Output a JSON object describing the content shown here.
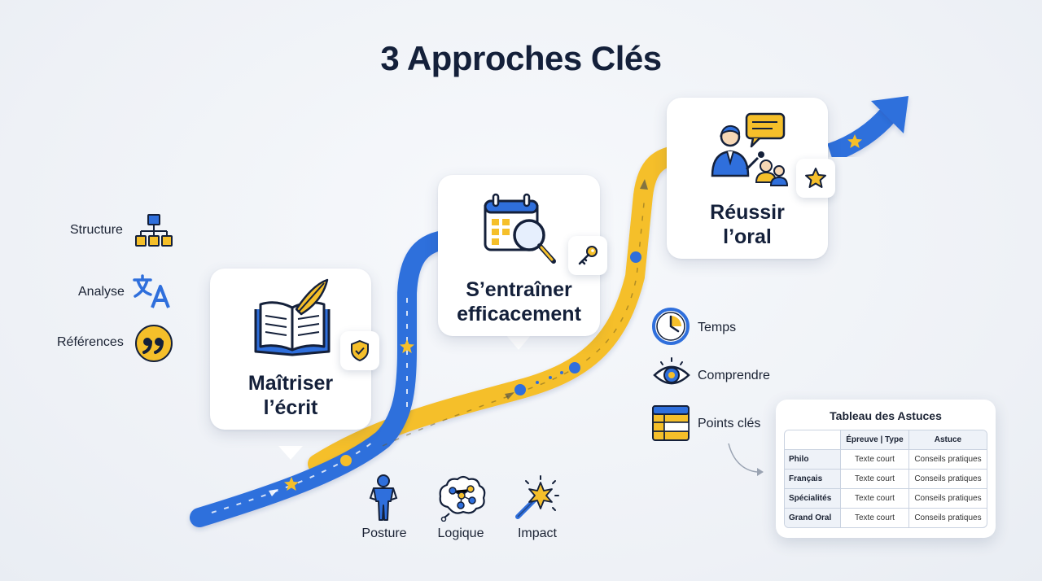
{
  "title": "3 Approches Clés",
  "cards": [
    {
      "line1": "Maîtriser",
      "line2": "l’écrit"
    },
    {
      "line1": "S’entraîner",
      "line2": "efficacement"
    },
    {
      "line1": "Réussir",
      "line2": "l’oral"
    }
  ],
  "left_items": [
    "Structure",
    "Analyse",
    "Références"
  ],
  "bottom_items": [
    "Posture",
    "Logique",
    "Impact"
  ],
  "right_items": [
    "Temps",
    "Comprendre",
    "Points clés"
  ],
  "table": {
    "title": "Tableau des Astuces",
    "headers": [
      "",
      "Épreuve | Type",
      "Astuce"
    ],
    "rows": [
      [
        "Philo",
        "Texte court",
        "Conseils pratiques"
      ],
      [
        "Français",
        "Texte court",
        "Conseils pratiques"
      ],
      [
        "Spécialités",
        "Texte court",
        "Conseils pratiques"
      ],
      [
        "Grand Oral",
        "Texte court",
        "Conseils pratiques"
      ]
    ]
  },
  "colors": {
    "blue": "#2f6fdc",
    "yellow": "#f5bf2a",
    "navy": "#14203a"
  },
  "icons": [
    "hierarchy-icon",
    "translate-icon",
    "quote-icon",
    "book-quill-icon",
    "shield-check-icon",
    "calendar-search-icon",
    "key-icon",
    "speaker-audience-icon",
    "star-icon",
    "clock-icon",
    "eye-icon",
    "table-icon",
    "person-icon",
    "brain-network-icon",
    "magic-wand-icon"
  ]
}
